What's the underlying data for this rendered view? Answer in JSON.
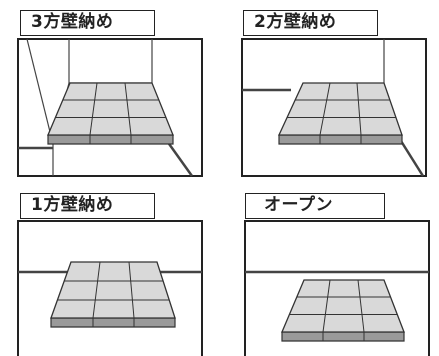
{
  "panels": [
    {
      "label": "3方壁納め",
      "walls": 3
    },
    {
      "label": "2方壁納め",
      "walls": 2
    },
    {
      "label": "1方壁納め",
      "walls": 1
    },
    {
      "label": "オープン",
      "walls": 0
    }
  ],
  "colors": {
    "frame": "#222222",
    "tile": "#d9d9d9",
    "tile_stroke": "#333333",
    "front_face": "#9a9a9a",
    "wall_line": "#555555"
  }
}
